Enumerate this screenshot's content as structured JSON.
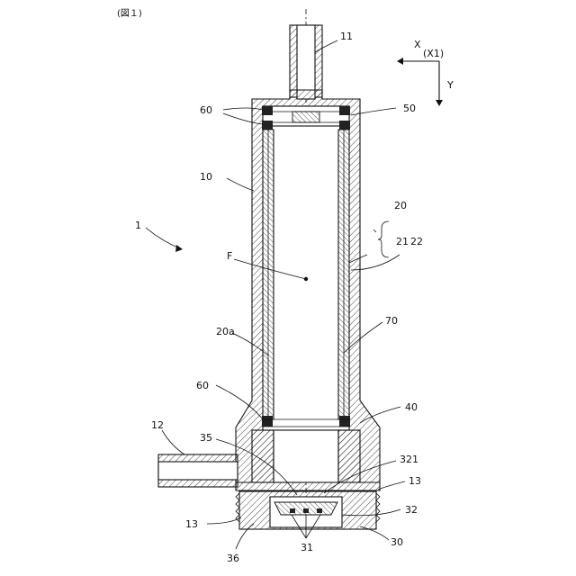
{
  "figure_title": "(図１)",
  "labels": {
    "n11": "11",
    "x_axis": "X",
    "x1_axis": "(X1)",
    "y_axis": "Y",
    "n60_top": "60",
    "n50": "50",
    "n10": "10",
    "n20": "20",
    "n1": "1",
    "n21": "21",
    "n22": "22",
    "nF": "F",
    "n20a": "20a",
    "n70": "70",
    "n60_bottom": "60",
    "n40": "40",
    "n12": "12",
    "n35": "35",
    "n321": "321",
    "n13_right": "13",
    "n13_left": "13",
    "n32": "32",
    "n36": "36",
    "n31": "31",
    "n30": "30"
  }
}
